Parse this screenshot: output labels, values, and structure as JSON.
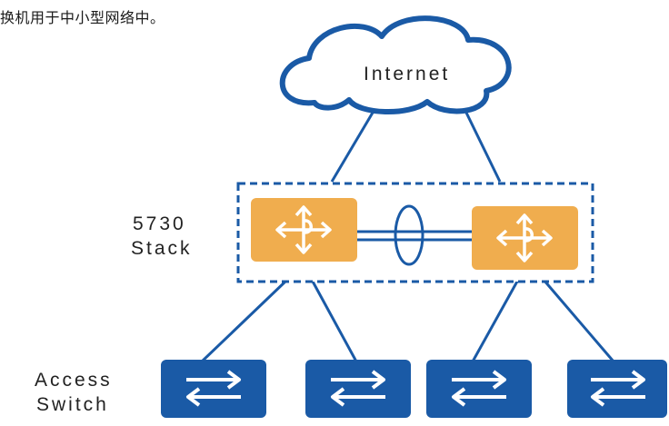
{
  "caption": "换机用于中小型网络中。",
  "cloud": {
    "label": "Internet"
  },
  "stack": {
    "line1": "5730",
    "line2": "Stack"
  },
  "access": {
    "line1": "Access",
    "line2": "Switch"
  },
  "colors": {
    "blue": "#1a5aa6",
    "router": "#f0ad4e",
    "dash": "#1a5aa6"
  },
  "icons": {
    "router": "router-arrows-icon",
    "switch": "switch-arrows-icon",
    "link": "stack-link-icon"
  }
}
